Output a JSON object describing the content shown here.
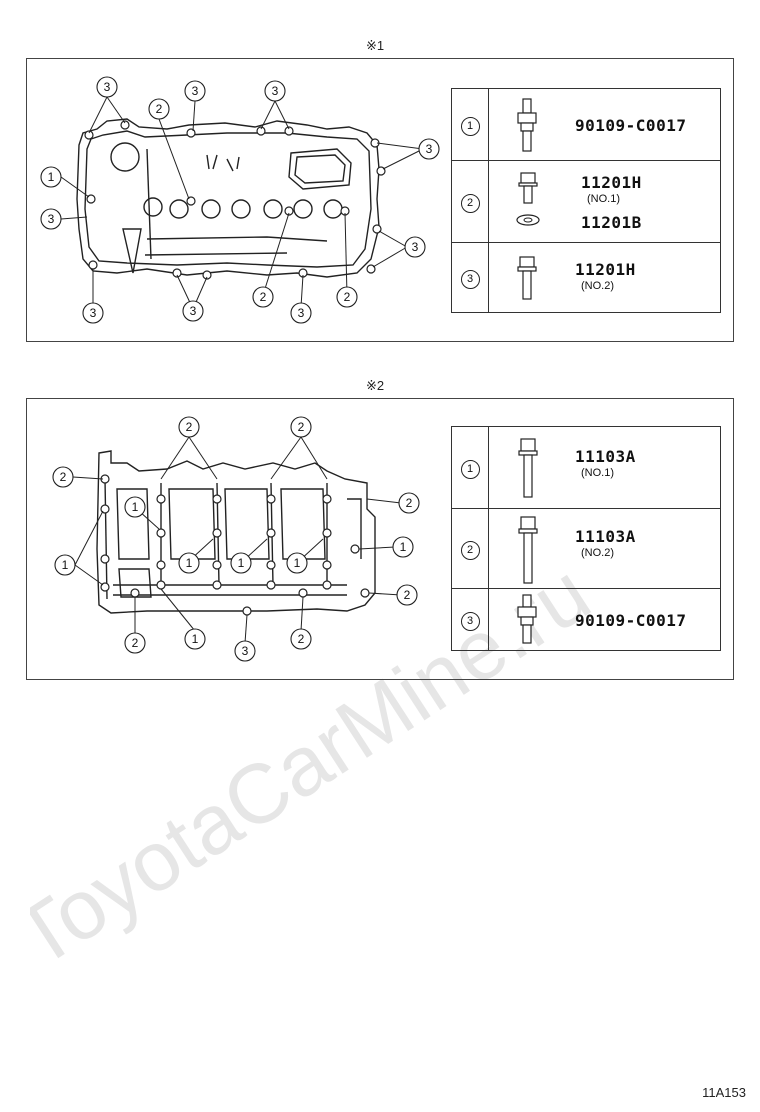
{
  "sections": [
    {
      "mark": "※1",
      "rows": [
        {
          "index": "1",
          "part": "90109-C0017",
          "sub": ""
        },
        {
          "index": "2",
          "part": "11201H",
          "sub": "(NO.1)",
          "part2": "11201B"
        },
        {
          "index": "3",
          "part": "11201H",
          "sub": "(NO.2)"
        }
      ],
      "callouts": [
        "1",
        "2",
        "3"
      ]
    },
    {
      "mark": "※2",
      "rows": [
        {
          "index": "1",
          "part": "11103A",
          "sub": "(NO.1)"
        },
        {
          "index": "2",
          "part": "11103A",
          "sub": "(NO.2)"
        },
        {
          "index": "3",
          "part": "90109-C0017",
          "sub": ""
        }
      ],
      "callouts": [
        "1",
        "2",
        "3"
      ]
    }
  ],
  "watermark": "ToyotaCarMine.ru",
  "watermark_color": "#e6e6e6",
  "page_code": "11A153"
}
